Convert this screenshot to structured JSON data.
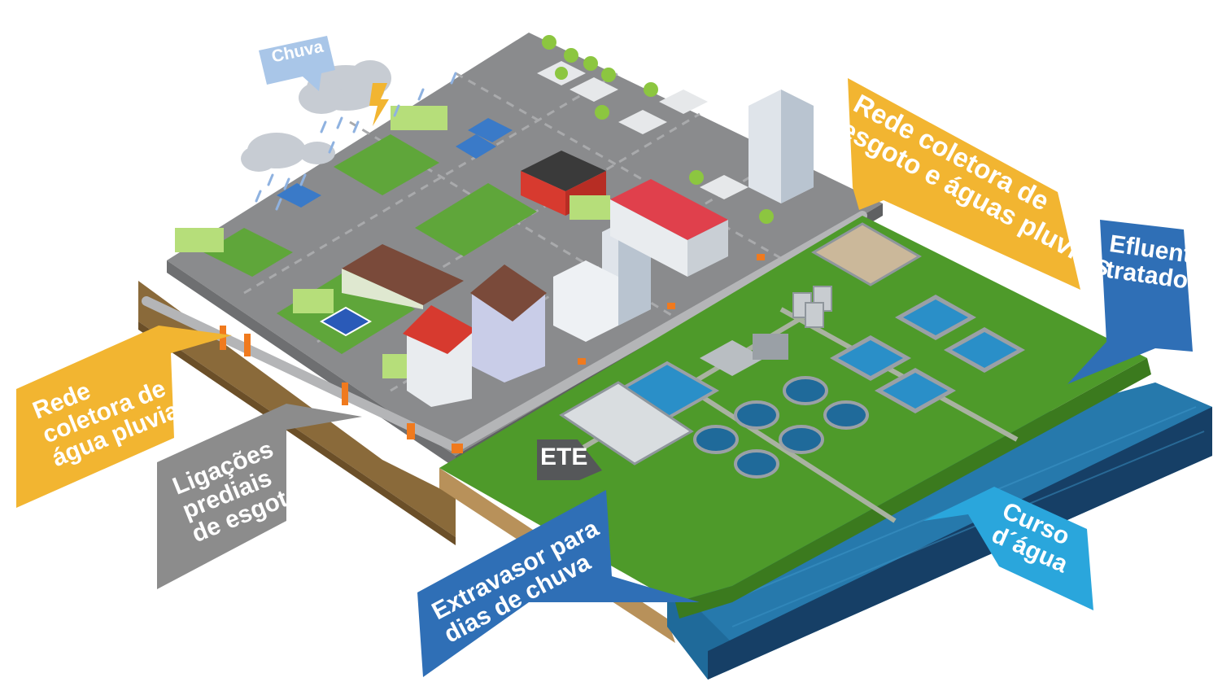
{
  "colors": {
    "yellow": "#f2b531",
    "gray": "#8c8c8c",
    "blue": "#2f6fb6",
    "light_blue": "#2aa6dc",
    "pale_blue": "#a9c6e8",
    "grass": "#4e9a2a",
    "road": "#8a8b8d",
    "soil": "#8a6a3a",
    "water": "#1f6a9a",
    "pipe_orange": "#f07a1e"
  },
  "labels": {
    "chuva": "Chuva",
    "ete": "ETE",
    "rede_esgoto_pluvial": [
      "Rede coletora de",
      "esgoto e águas pluviais"
    ],
    "efluente": [
      "Efluente",
      "tratado"
    ],
    "rede_pluvial": [
      "Rede",
      "coletora de",
      "água pluvial"
    ],
    "ligacoes": [
      "Ligações",
      "prediais",
      "de esgoto"
    ],
    "extravasor": [
      "Extravasor para",
      "dias de chuva"
    ],
    "curso": [
      "Curso",
      "d´água"
    ]
  },
  "icons": [
    "rain-cloud-icon",
    "lightning-icon",
    "tree-icon",
    "house-icon",
    "building-icon",
    "tank-icon",
    "pipe-icon"
  ]
}
